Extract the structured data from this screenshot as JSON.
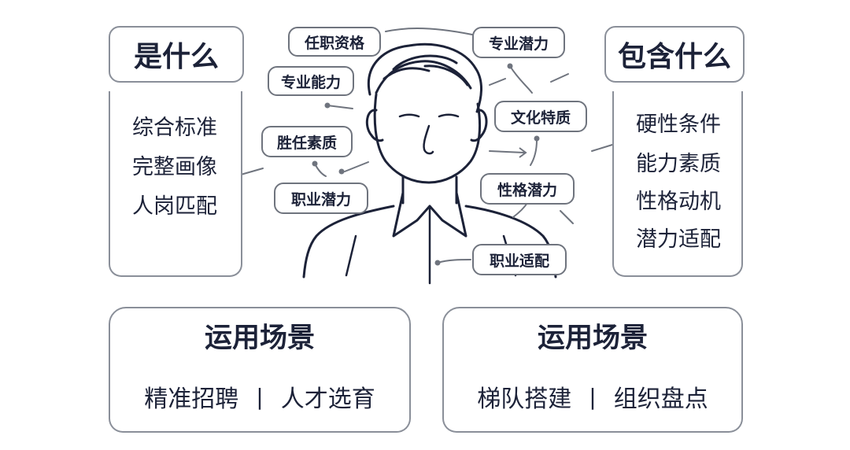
{
  "left": {
    "title": "是什么",
    "items": [
      "综合标准",
      "完整画像",
      "人岗匹配"
    ]
  },
  "right": {
    "title": "包含什么",
    "items": [
      "硬性条件",
      "能力素质",
      "性格动机",
      "潜力适配"
    ]
  },
  "bubbles": {
    "qualification": "任职资格",
    "professional_potential": "专业潜力",
    "professional_ability": "专业能力",
    "culture_trait": "文化特质",
    "competency": "胜任素质",
    "personality_potential": "性格潜力",
    "career_potential": "职业潜力",
    "career_fit": "职业适配"
  },
  "scenes": [
    {
      "title": "运用场景",
      "item_a": "精准招聘",
      "separator": "|",
      "item_b": "人才选育"
    },
    {
      "title": "运用场景",
      "item_a": "梯队搭建",
      "separator": "|",
      "item_b": "组织盘点"
    }
  ],
  "colors": {
    "text": "#1c2238",
    "border": "#8a8f99",
    "line": "#6f747e"
  },
  "icons": {
    "figure": "person-sketch-icon"
  }
}
